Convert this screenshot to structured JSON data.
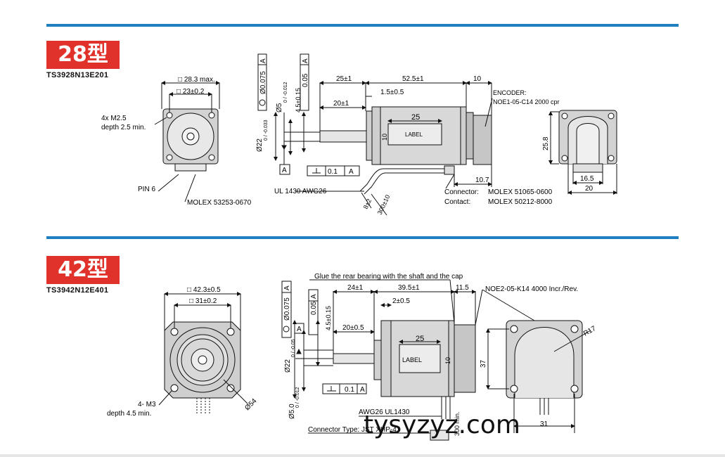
{
  "colors": {
    "rule": "#1f7fc0",
    "badge": "#e0322b",
    "body_fill": "#cfcfcf",
    "line": "#111111"
  },
  "section_28": {
    "badge": "28型",
    "model": "TS3928N13E201",
    "front": {
      "max_label": "□ 28.3 max.",
      "pitch_label": "□ 23±0.2",
      "holes": "4x M2.5",
      "depth": "depth 2.5 min.",
      "pin": "PIN 6",
      "molex": "MOLEX 53253-0670"
    },
    "side": {
      "tol_a": "Ø0.075",
      "datum_a": "A",
      "shaft_dim": "Ø5",
      "shaft_tol": "0 / -0.012",
      "h_dim": "4.5±0.15",
      "runout": "0.05",
      "runout_datum": "A",
      "dim_25": "25±1",
      "dim_525": "52.5±1",
      "dim_10": "10",
      "dim_15": "1.5±0.5",
      "dim_20": "20±1",
      "pilot": "Ø22",
      "pilot_tol": "0 / -0.033",
      "label_25": "25",
      "label_10": "10",
      "label": "LABEL",
      "datum_box": "A",
      "perp": "0.1",
      "perp_datum": "A",
      "cable": "UL 1430  AWG26",
      "cable_8": "8±2",
      "cable_300": "300±10",
      "encoder_title": "ENCODER:",
      "encoder_model": "NOE1-05-C14  2000 cpr",
      "dim_107": "10.7",
      "connector_label": "Connector:",
      "connector_value": "MOLEX 51065-0600",
      "contact_label": "Contact:",
      "contact_value": "MOLEX 50212-8000"
    },
    "rear": {
      "h": "25.8",
      "w1": "16.5",
      "w2": "20"
    }
  },
  "section_42": {
    "badge": "42型",
    "model": "TS3942N12E401",
    "front": {
      "size": "□ 42.3±0.5",
      "pitch": "□ 31±0.2",
      "holes": "4- M3",
      "depth": "depth 4.5 min.",
      "dia": "Ø54"
    },
    "side": {
      "glue": "Glue the rear bearing with the shaft and the cap",
      "tol_a": "Ø0.075",
      "datum_a": "A",
      "runout": "0.05",
      "runout_datum": "A",
      "h_dim": "4.5±0.15",
      "dim_24": "24±1",
      "dim_395": "39.5±1",
      "dim_115": "11.5",
      "dim_2": "2±0.5",
      "dim_20": "20±0.5",
      "pilot": "Ø22",
      "pilot_tol": "0 / -0.05",
      "label_25": "25",
      "label": "LABEL",
      "label_10": "10",
      "perp": "0.1",
      "perp_datum": "A",
      "shaft": "Ø5.0",
      "shaft_tol": "0 / -0.012",
      "cable": "AWG26  UL1430",
      "cable_len": "300 min.",
      "connector": "Connector Type: JST XHP-4"
    },
    "rear": {
      "encoder": "NOE2-05-K14 4000 Incr./Rev.",
      "r": "R17",
      "h": "37",
      "w": "31"
    }
  },
  "watermark": "tysyzyz.com"
}
